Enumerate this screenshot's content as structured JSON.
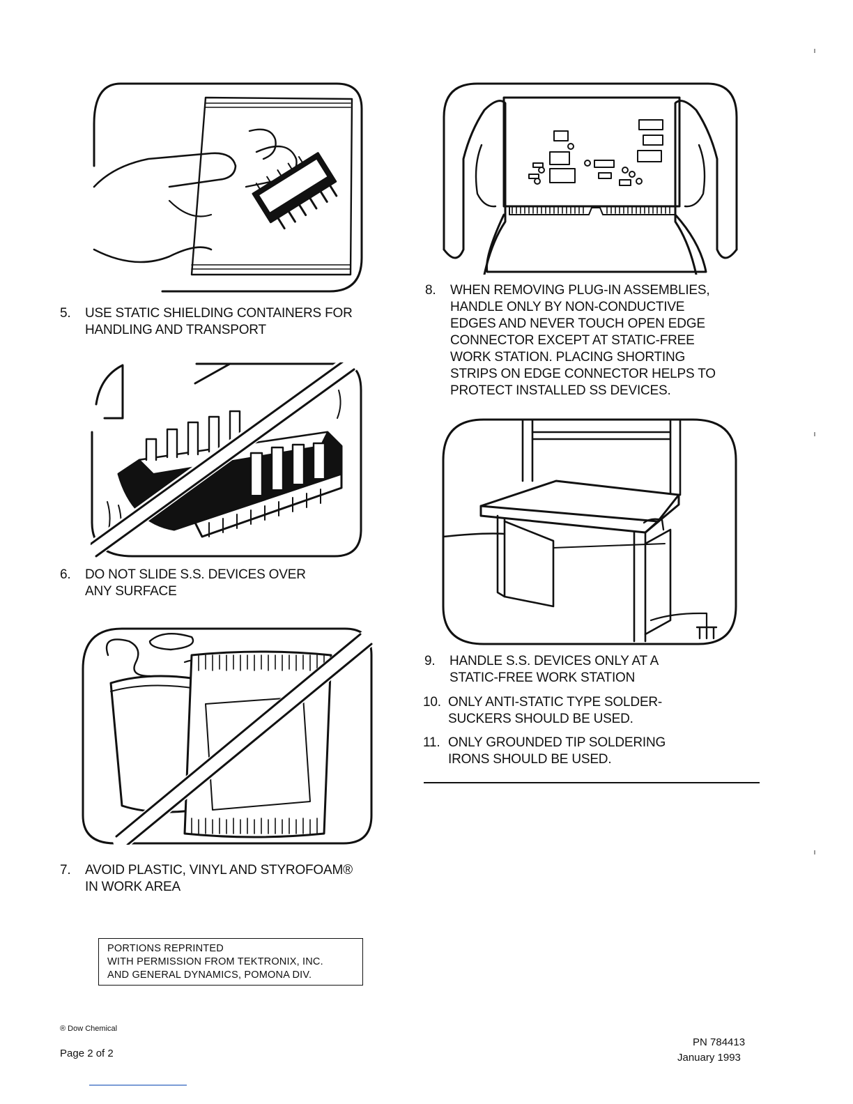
{
  "steps": {
    "s5": {
      "num": "5.",
      "lines": [
        "USE STATIC SHIELDING CONTAINERS FOR",
        "HANDLING AND TRANSPORT"
      ]
    },
    "s6": {
      "num": "6.",
      "lines": [
        "DO NOT SLIDE S.S. DEVICES OVER",
        "ANY SURFACE"
      ]
    },
    "s7": {
      "num": "7.",
      "lines": [
        "AVOID PLASTIC, VINYL AND STYROFOAM®",
        "IN WORK AREA"
      ]
    },
    "s8": {
      "num": "8.",
      "lines": [
        "WHEN REMOVING PLUG-IN ASSEMBLIES,",
        "HANDLE ONLY BY NON-CONDUCTIVE",
        "EDGES AND NEVER TOUCH OPEN EDGE",
        "CONNECTOR EXCEPT AT STATIC-FREE",
        "WORK STATION. PLACING SHORTING",
        "STRIPS ON EDGE CONNECTOR HELPS TO",
        "PROTECT INSTALLED SS DEVICES."
      ]
    },
    "s9": {
      "num": "9.",
      "lines": [
        "HANDLE S.S. DEVICES ONLY AT A",
        "STATIC-FREE WORK STATION"
      ]
    },
    "s10": {
      "num": "10.",
      "lines": [
        "ONLY ANTI-STATIC TYPE SOLDER-",
        "SUCKERS SHOULD BE USED."
      ]
    },
    "s11": {
      "num": "11.",
      "lines": [
        "ONLY GROUNDED TIP SOLDERING",
        "IRONS SHOULD BE USED."
      ]
    }
  },
  "reprint_box": [
    "PORTIONS REPRINTED",
    "WITH PERMISSION FROM TEKTRONIX, INC.",
    "AND GENERAL DYNAMICS, POMONA DIV."
  ],
  "trademark_note": "® Dow Chemical",
  "page_label": "Page 2 of 2",
  "part_number": "PN 784413",
  "date": "January 1993",
  "illustrations": {
    "panel5": "hand-holding-chip-in-shielding-bag",
    "panel6": "chip-sliding-on-surface-prohibited",
    "panel7": "cup-and-plastic-bag-prohibited",
    "panel8": "hands-holding-circuit-board-by-edges",
    "panel9": "grounded-work-bench"
  }
}
